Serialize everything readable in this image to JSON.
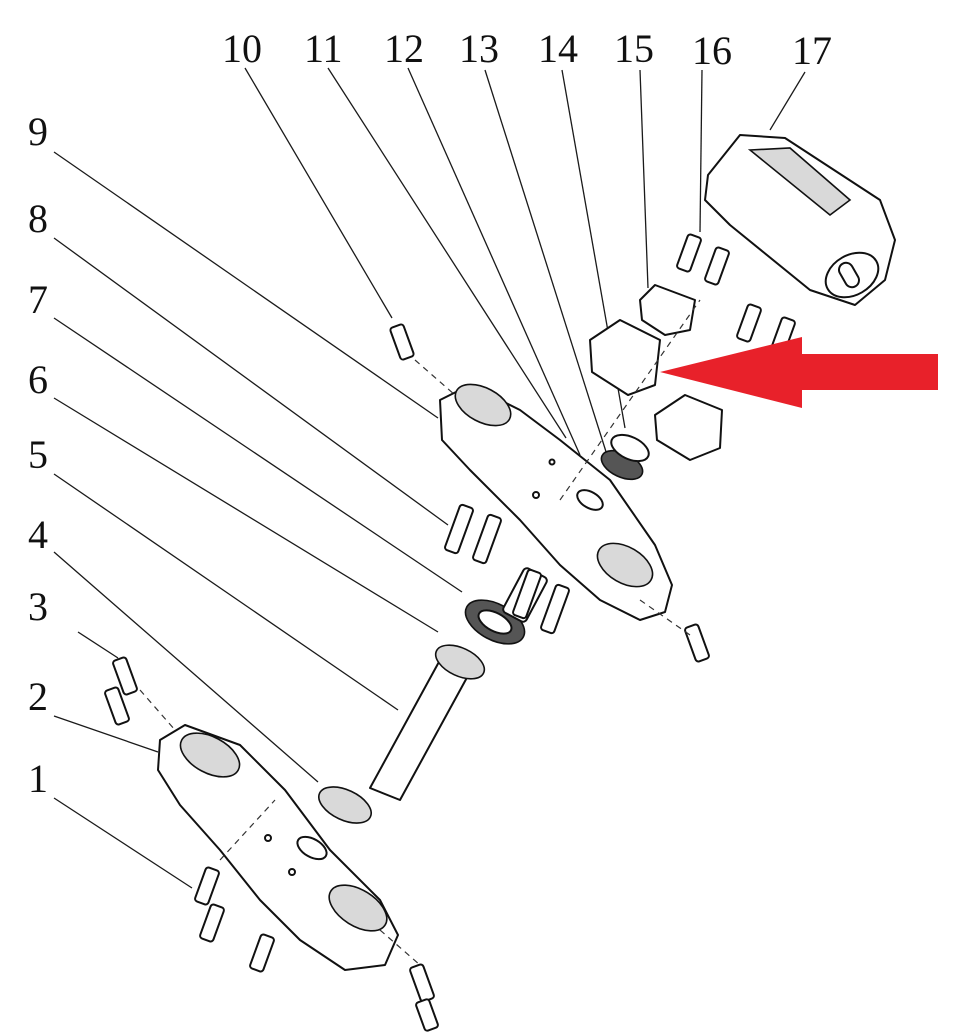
{
  "diagram": {
    "callouts": [
      {
        "id": "1",
        "label": "1"
      },
      {
        "id": "2",
        "label": "2"
      },
      {
        "id": "3",
        "label": "3"
      },
      {
        "id": "4",
        "label": "4"
      },
      {
        "id": "5",
        "label": "5"
      },
      {
        "id": "6",
        "label": "6"
      },
      {
        "id": "7",
        "label": "7"
      },
      {
        "id": "8",
        "label": "8"
      },
      {
        "id": "9",
        "label": "9"
      },
      {
        "id": "10",
        "label": "10"
      },
      {
        "id": "11",
        "label": "11"
      },
      {
        "id": "12",
        "label": "12"
      },
      {
        "id": "13",
        "label": "13"
      },
      {
        "id": "14",
        "label": "14"
      },
      {
        "id": "15",
        "label": "15"
      },
      {
        "id": "16",
        "label": "16"
      },
      {
        "id": "17",
        "label": "17"
      }
    ],
    "highlight_arrow_color": "#e8212a",
    "line_color": "#111111"
  }
}
